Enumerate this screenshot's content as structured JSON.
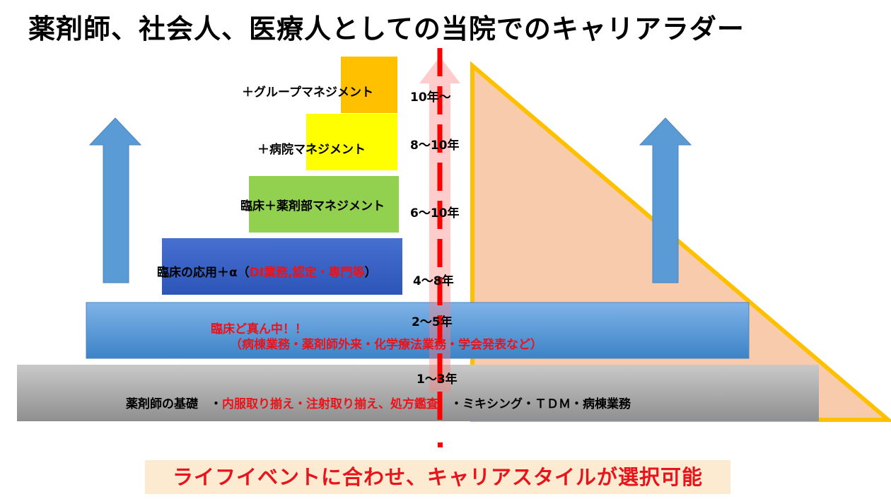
{
  "title": "薬剤師、社会人、医療人としての当院でのキャリアラダー",
  "levels": [
    {
      "label": "＋グループマネジメント",
      "years": "10年～",
      "color": "#ffc000"
    },
    {
      "label": "＋病院マネジメント",
      "years": "8～10年",
      "color": "#ffff00"
    },
    {
      "label": "臨床＋薬剤部マネジメント",
      "years": "6～10年",
      "color": "#92d050"
    },
    {
      "label_prefix": "臨床の応用＋α（",
      "label_highlight": "DI業務,認定・専門等",
      "label_suffix": "）",
      "years": "4～8年",
      "color": "#3a62c4"
    },
    {
      "label_highlight": "臨床ど真ん中！！",
      "label_sub": "（病棟業務・薬剤師外来・化学療法業務・学会発表など）",
      "years": "2～5年",
      "color": "#5b9bd5"
    },
    {
      "label_prefix": "薬剤師の基礎　・",
      "label_highlight": "内服取り揃え・注射取り揃え、処方鑑査",
      "label_suffix": "　・ミキシング・ＴＤＭ・病棟業務",
      "years": "1～3年",
      "color": "#a6a6a6"
    }
  ],
  "footer": "ライフイベントに合わせ、キャリアスタイルが選択可能",
  "colors": {
    "arrow": "#5b9bd5",
    "triangle_fill": "#f8cbad",
    "triangle_border": "#ffc000",
    "dashed_line": "#ff0000",
    "highlight_text": "#e8141c"
  }
}
